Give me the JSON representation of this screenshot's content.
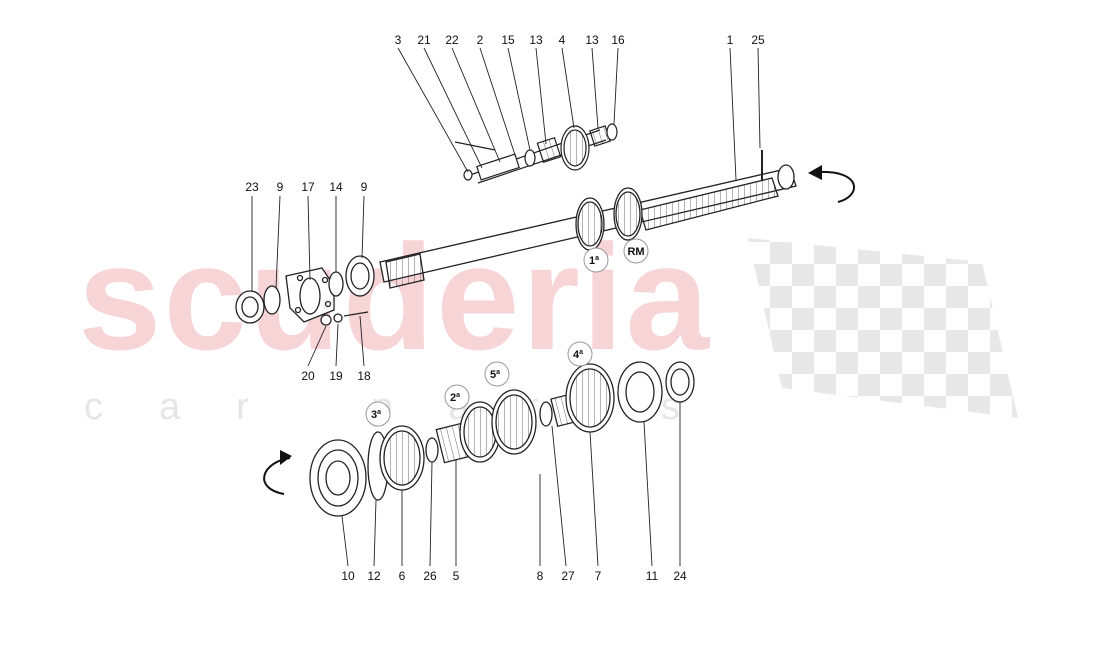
{
  "watermark": {
    "brand": "scuderia",
    "tagline": "car parts"
  },
  "labels": {
    "top": [
      "3",
      "21",
      "22",
      "2",
      "15",
      "13",
      "4",
      "13",
      "16",
      "1",
      "25"
    ],
    "left_group_top": [
      "23",
      "9",
      "17",
      "14",
      "9"
    ],
    "left_group_bottom": [
      "20",
      "19",
      "18"
    ],
    "bottom": [
      "10",
      "12",
      "6",
      "26",
      "5",
      "8",
      "27",
      "7",
      "11",
      "24"
    ]
  },
  "badges": {
    "first": {
      "num": "1",
      "sup": "a"
    },
    "reverse": {
      "text": "RM"
    },
    "second": {
      "num": "2",
      "sup": "a"
    },
    "third": {
      "num": "3",
      "sup": "a"
    },
    "fourth": {
      "num": "4",
      "sup": "a"
    },
    "fifth": {
      "num": "5",
      "sup": "a"
    }
  }
}
